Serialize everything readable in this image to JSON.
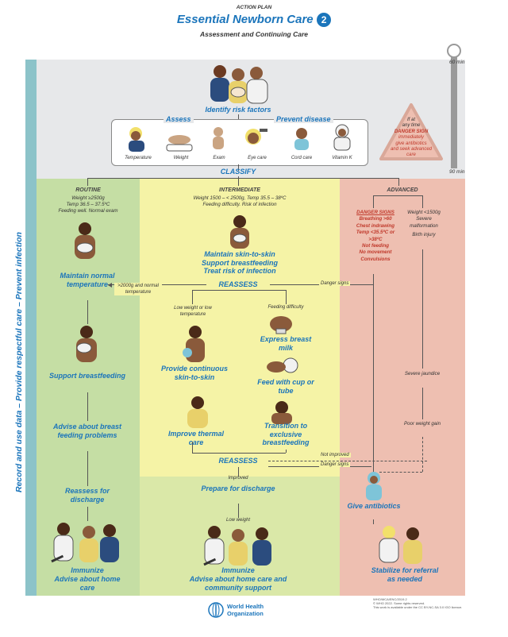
{
  "header": {
    "kicker": "ACTION PLAN",
    "title": "Essential Newborn Care",
    "number": "2",
    "subtitle": "Assessment and Continuing Care"
  },
  "timeline": {
    "top": "60 min",
    "bottom": "90 min"
  },
  "sidebar": {
    "text": "Record and use data   –   Provide respectful care   –   Prevent infection"
  },
  "top": {
    "identify": "Identify risk factors",
    "assess": "Assess",
    "prevent": "Prevent disease",
    "items": [
      "Temperature",
      "Weight",
      "Exam",
      "Eye care",
      "Cord care",
      "Vitamin K"
    ],
    "danger_box": {
      "line1": "If at",
      "line2": "any time",
      "line3": "DANGER SIGN",
      "line4": "immediately",
      "line5": "give antibiotics",
      "line6": "and seek advanced care"
    },
    "classify": "CLASSIFY"
  },
  "routine": {
    "heading": "ROUTINE",
    "criteria1": "Weight ≥2500g",
    "criteria2": "Temp 36.5 – 37.5ºC",
    "criteria3": "Feeding well. Normal exam",
    "maintain": "Maintain normal temperature",
    "support": "Support breastfeeding",
    "advise": "Advise about breast feeding problems",
    "reassess": "Reassess for discharge",
    "immunize": "Immunize",
    "advise_home": "Advise about home care"
  },
  "intermediate": {
    "heading": "INTERMEDIATE",
    "criteria1": "Weight 1500 – < 2500g, Temp 35.5 – 38ºC",
    "criteria2": "Feeding difficulty. Risk of infection",
    "maintain1": "Maintain skin-to-skin",
    "maintain2": "Support breastfeeding",
    "maintain3": "Treat risk of infection",
    "reassess": "REASSESS",
    "to_routine": ">2000g and normal temperature",
    "danger_signs": "Danger signs",
    "low_weight": "Low weight or low temperature",
    "feeding_diff": "Feeding difficulty",
    "express": "Express breast milk",
    "provide": "Provide continuous skin-to-skin",
    "feed_cup": "Feed with cup or tube",
    "improve": "Improve thermal care",
    "transition": "Transition to exclusive breastfeeding",
    "reassess2": "REASSESS",
    "not_improved": "Not improved",
    "danger_signs2": "Danger signs",
    "improved": "Improved",
    "prepare": "Prepare for discharge",
    "low_weight2": "Low weight",
    "immunize": "Immunize",
    "advise_home": "Advise about home care and community support"
  },
  "advanced": {
    "heading": "ADVANCED",
    "danger_title": "DANGER SIGNS",
    "danger_items": [
      "Breathing >60",
      "Chest indrawing",
      "Temp <35.5ºC or >38ºC",
      "Not feeding",
      "No movement",
      "Convulsions"
    ],
    "weight": "Weight <1500g",
    "malformation": "Severe malformation",
    "injury": "Birth injury",
    "jaundice": "Severe jaundice",
    "poor_weight": "Poor weight gain",
    "antibiotics": "Give antibiotics",
    "stabilize": "Stabilize for referral as needed"
  },
  "footer": {
    "who1": "World Health",
    "who2": "Organization",
    "fine1": "WHO/MCA/ENC/2019.2",
    "fine2": "© WHO 2022. Some rights reserved.",
    "fine3": "This work is available under the CC BY-NC-SA 3.0 IGO licence."
  },
  "colors": {
    "routine": "#c5dea4",
    "intermediate": "#f5f3a6",
    "advanced": "#eebfb1",
    "top": "#e7e8ea",
    "blue": "#1b75bb",
    "red": "#c0392b"
  }
}
